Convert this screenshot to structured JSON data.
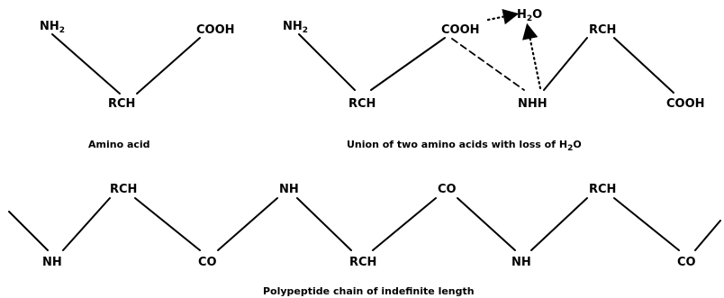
{
  "panel1": {
    "nh2_main": "NH",
    "nh2_sub": "2",
    "cooh": "COOH",
    "rch": "RCH",
    "caption": "Amino acid"
  },
  "panel2": {
    "nh2_main": "NH",
    "nh2_sub": "2",
    "cooh_left": "COOH",
    "h2o_h": "H",
    "h2o_sub": "2",
    "h2o_o": "O",
    "rch_top": "RCH",
    "rch_bottom": "RCH",
    "nhh": "NHH",
    "cooh_right": "COOH",
    "caption_main": "Union of two amino acids with loss of H",
    "caption_sub": "2",
    "caption_end": "O"
  },
  "panel3": {
    "nodes_top": [
      "RCH",
      "NH",
      "CO",
      "RCH"
    ],
    "nodes_bottom": [
      "NH",
      "CO",
      "RCH",
      "NH",
      "CO"
    ],
    "caption": "Polypeptide chain of indefinite length"
  }
}
